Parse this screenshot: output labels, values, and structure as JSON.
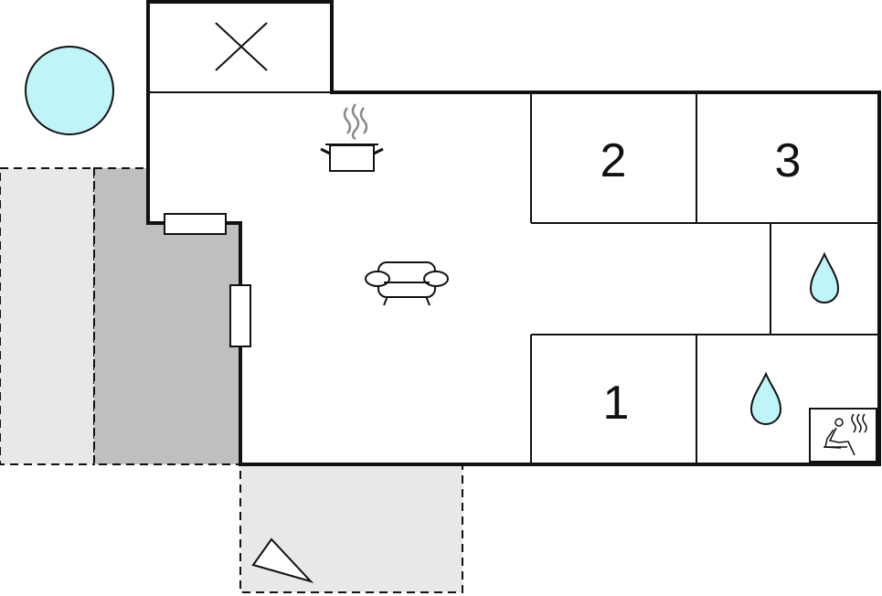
{
  "rooms": {
    "bedroom_1": "1",
    "bedroom_2": "2",
    "bedroom_3": "3"
  },
  "colors": {
    "wall": "#111111",
    "terrace_light": "#e8e8e8",
    "terrace_dark": "#bfbfbf",
    "water": "#bff5f8",
    "steam": "#8a8a8a"
  },
  "icons": {
    "pool": "pool-circle-icon",
    "no_access": "x-mark-icon",
    "kitchen": "cooking-pot-icon",
    "living": "sofa-icon",
    "bathroom": "water-drop-icon",
    "sauna": "sauna-icon",
    "bbq": "triangle-icon",
    "window": "window-icon"
  }
}
